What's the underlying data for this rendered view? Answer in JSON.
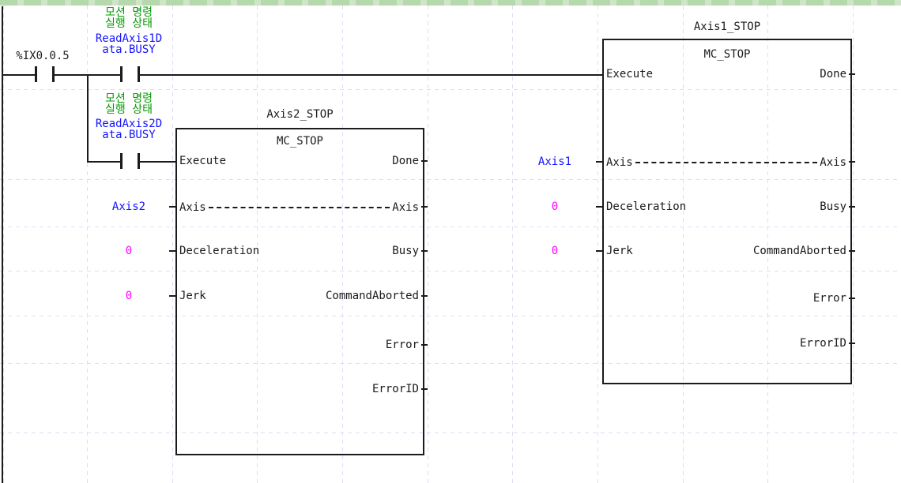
{
  "editor": {
    "name": "ladder-diagram-editor",
    "colors": {
      "selection_bar_green": "#b6d8ad",
      "comment_green": "#009b00",
      "variable_blue": "#1414ff",
      "value_magenta": "#ff00ff",
      "line_black": "#1b1b1b",
      "grid_lavender": "#dedcf4"
    }
  },
  "contacts": {
    "c1": {
      "label": "%IX0.0.5"
    },
    "c2": {
      "comment1": "모션 명령",
      "comment2": "실행 상태",
      "var1": "ReadAxis1D",
      "var2": "ata.BUSY"
    },
    "c3": {
      "comment1": "모션 명령",
      "comment2": "실행 상태",
      "var1": "ReadAxis2D",
      "var2": "ata.BUSY"
    }
  },
  "blocks": [
    {
      "instance_name": "Axis2_STOP",
      "fb_type": "MC_STOP",
      "inputs": {
        "execute": "Execute",
        "axis": "Axis",
        "deceleration": "Deceleration",
        "jerk": "Jerk"
      },
      "outputs": {
        "done": "Done",
        "axis": "Axis",
        "busy": "Busy",
        "command_aborted": "CommandAborted",
        "error": "Error",
        "error_id": "ErrorID"
      },
      "values": {
        "axis": "Axis2",
        "deceleration": "0",
        "jerk": "0"
      }
    },
    {
      "instance_name": "Axis1_STOP",
      "fb_type": "MC_STOP",
      "inputs": {
        "execute": "Execute",
        "axis": "Axis",
        "deceleration": "Deceleration",
        "jerk": "Jerk"
      },
      "outputs": {
        "done": "Done",
        "axis": "Axis",
        "busy": "Busy",
        "command_aborted": "CommandAborted",
        "error": "Error",
        "error_id": "ErrorID"
      },
      "values": {
        "axis": "Axis1",
        "deceleration": "0",
        "jerk": "0"
      }
    }
  ]
}
